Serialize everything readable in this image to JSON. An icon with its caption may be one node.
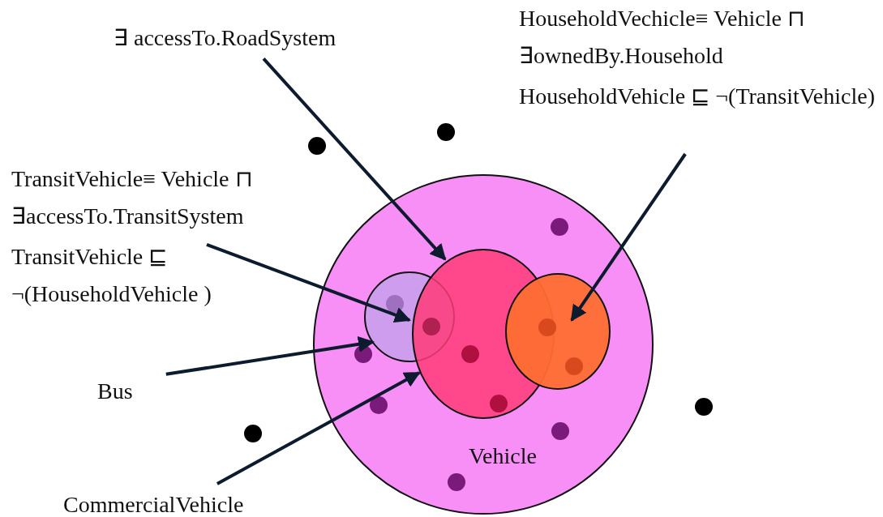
{
  "diagram": {
    "nodes": [
      {
        "text": [
          "∃ accessTo.RoadSystem"
        ]
      },
      {
        "text": [
          "HouseholdVechicle≡ Vehicle ⊓ ∃ownedBy.Household",
          "HouseholdVehicle ⊑ ¬(TransitVehicle)"
        ]
      },
      {
        "text": [
          "TransitVehicle≡ Vehicle ⊓ ∃accessTo.TransitSystem",
          "TransitVehicle ⊑ ¬(HouseholdVehicle )"
        ]
      },
      {
        "text": [
          "Vehicle"
        ]
      },
      {
        "text": [],
        "shape": "circle",
        "in": 3
      },
      {
        "text": [],
        "shape": "circle",
        "in": 3
      },
      {
        "text": [],
        "shape": "circle",
        "in": 3
      },
      {
        "text": [
          "Bus"
        ]
      },
      {
        "text": [
          "CommercialVehicle"
        ]
      }
    ],
    "edges": [
      {
        "from": 0,
        "to": 5,
        "arrow": "to"
      },
      {
        "from": 1,
        "to": 6,
        "arrow": "to"
      },
      {
        "from": 2,
        "to": 4,
        "arrow": "to"
      },
      {
        "from": 7,
        "to": 4,
        "arrow": "to"
      },
      {
        "from": 8,
        "to": 5,
        "arrow": "to"
      }
    ]
  }
}
